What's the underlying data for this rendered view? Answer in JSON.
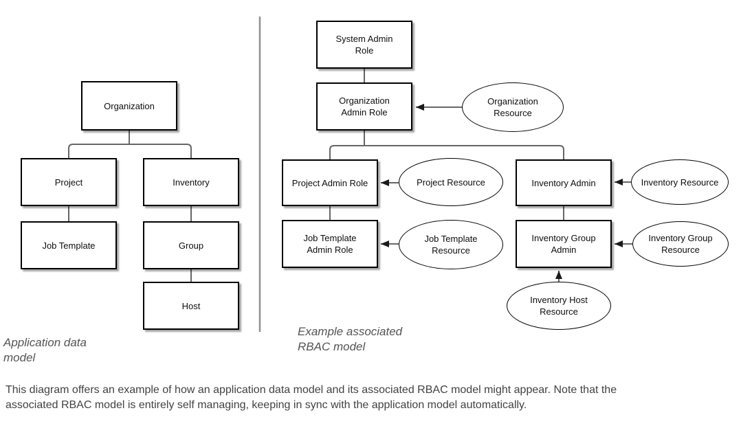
{
  "left_model": {
    "caption": "Application data\nmodel",
    "nodes": {
      "organization": {
        "label": "Organization"
      },
      "project": {
        "label": "Project"
      },
      "inventory": {
        "label": "Inventory"
      },
      "job_template": {
        "label": "Job Template"
      },
      "group": {
        "label": "Group"
      },
      "host": {
        "label": "Host"
      }
    }
  },
  "right_model": {
    "caption": "Example associated\nRBAC model",
    "roles": {
      "system_admin": {
        "label": "System Admin\nRole"
      },
      "organization_admin": {
        "label": "Organization\nAdmin Role"
      },
      "project_admin": {
        "label": "Project Admin Role"
      },
      "job_template_admin": {
        "label": "Job Template\nAdmin Role"
      },
      "inventory_admin": {
        "label": "Inventory Admin"
      },
      "inventory_group_admin": {
        "label": "Inventory Group\nAdmin"
      }
    },
    "resources": {
      "organization": {
        "label": "Organization\nResource"
      },
      "project": {
        "label": "Project Resource"
      },
      "inventory": {
        "label": "Inventory Resource"
      },
      "job_template": {
        "label": "Job Template\nResource"
      },
      "inventory_group": {
        "label": "Inventory Group\nResource"
      },
      "inventory_host": {
        "label": "Inventory Host\nResource"
      }
    }
  },
  "footer": {
    "text": "This diagram offers an example of how an application data model and its associated RBAC model might appear. Note that the\nassociated RBAC model is entirely self managing, keeping in sync with the application model automatically."
  },
  "colors": {
    "node_border": "#000000",
    "node_fill": "#ffffff",
    "connector": "#666666",
    "arrowhead": "#1a1a1a",
    "divider": "#909090",
    "caption_text": "#545454",
    "footer_text": "#424242"
  }
}
